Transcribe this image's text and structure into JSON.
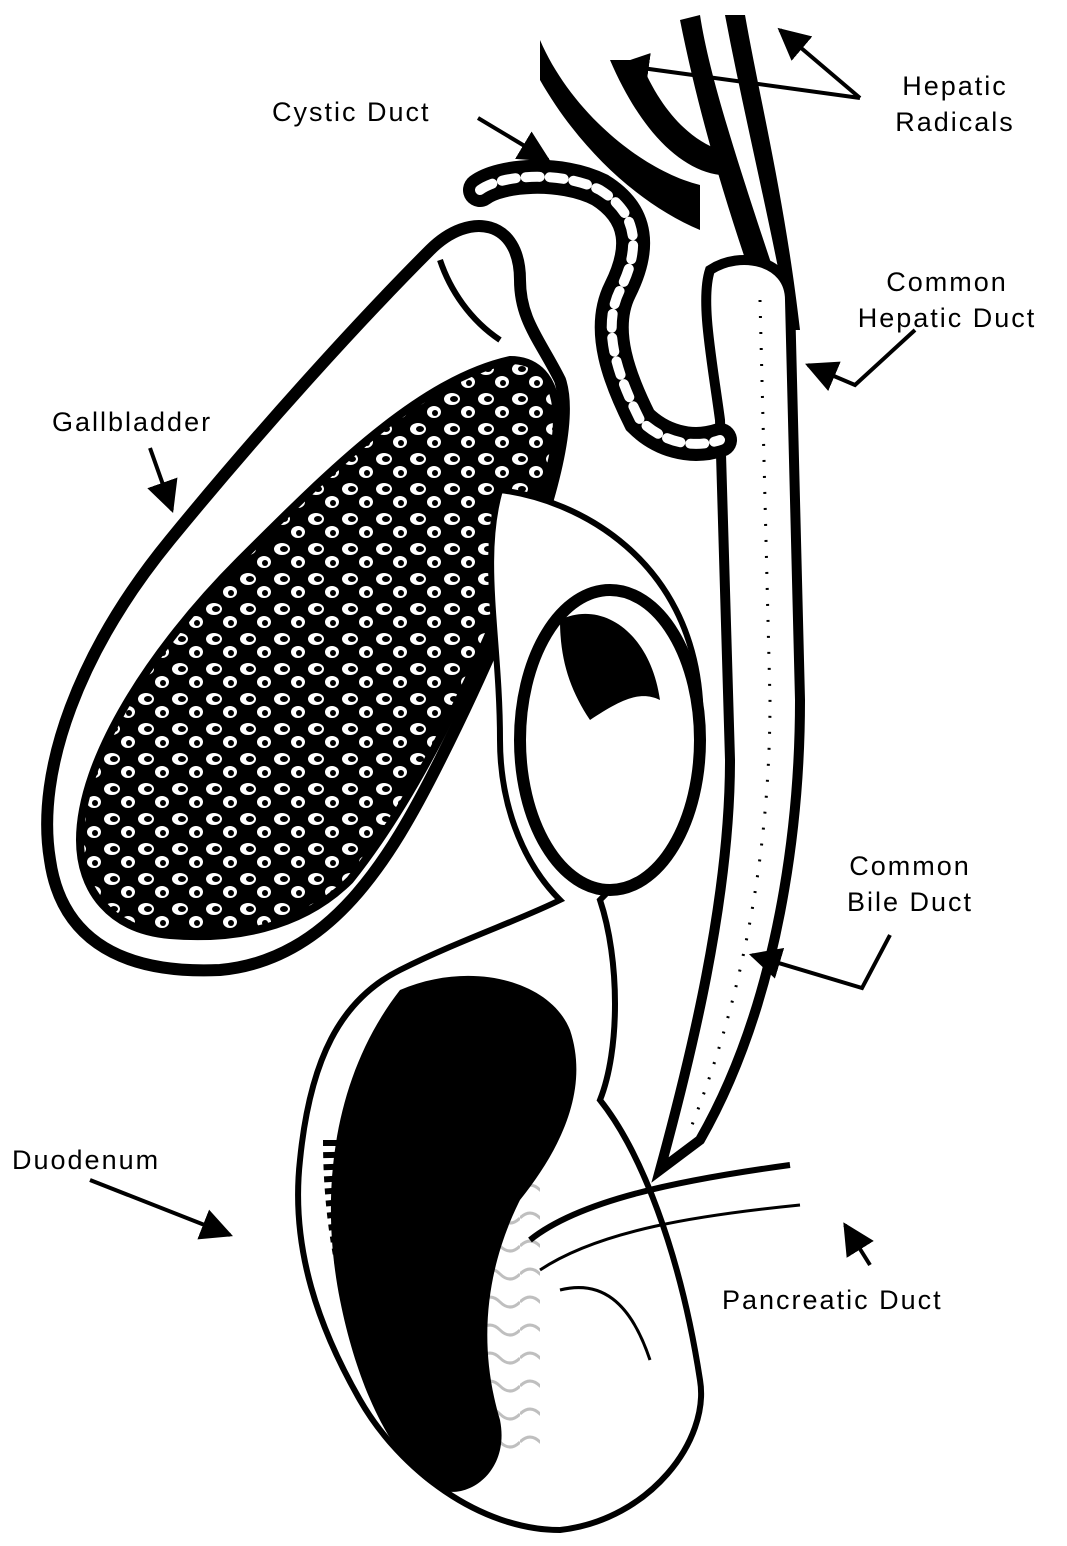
{
  "labels": {
    "hepatic_radicals": [
      "Hepatic",
      "Radicals"
    ],
    "cystic_duct": "Cystic Duct",
    "common_hepatic_duct": [
      "Common",
      "Hepatic Duct"
    ],
    "gallbladder": "Gallbladder",
    "common_bile_duct": [
      "Common",
      "Bile Duct"
    ],
    "duodenum": "Duodenum",
    "pancreatic_duct": "Pancreatic Duct"
  },
  "colors": {
    "ink": "#000000",
    "paper": "#ffffff"
  }
}
